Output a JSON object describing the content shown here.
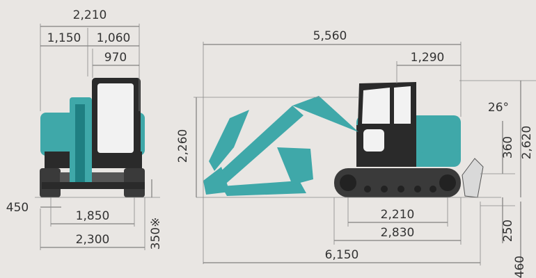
{
  "colors": {
    "background": "#e9e6e3",
    "body_teal": "#3fa8a9",
    "body_teal_dark": "#1f7f82",
    "dark": "#2a2a2a",
    "track": "#3a3a3a",
    "line": "#666666",
    "text": "#333333"
  },
  "front_view": {
    "overall_width": "2,210",
    "left_half": "1,150",
    "right_half": "1,060",
    "cab_width": "970",
    "track_gauge": "1,850",
    "shoe_width": "450",
    "blade_width": "2,300",
    "ground_clearance": "350",
    "note_mark": "※"
  },
  "side_view": {
    "overall_length_upper": "5,560",
    "rear_swing": "1,290",
    "overall_height": "2,260",
    "tumbler_distance": "2,210",
    "track_length": "2,830",
    "transport_length": "6,150",
    "blade_angle": "26°",
    "blade_lift": "360",
    "cab_height": "2,620",
    "blade_drop": "250",
    "blade_height": "460"
  }
}
